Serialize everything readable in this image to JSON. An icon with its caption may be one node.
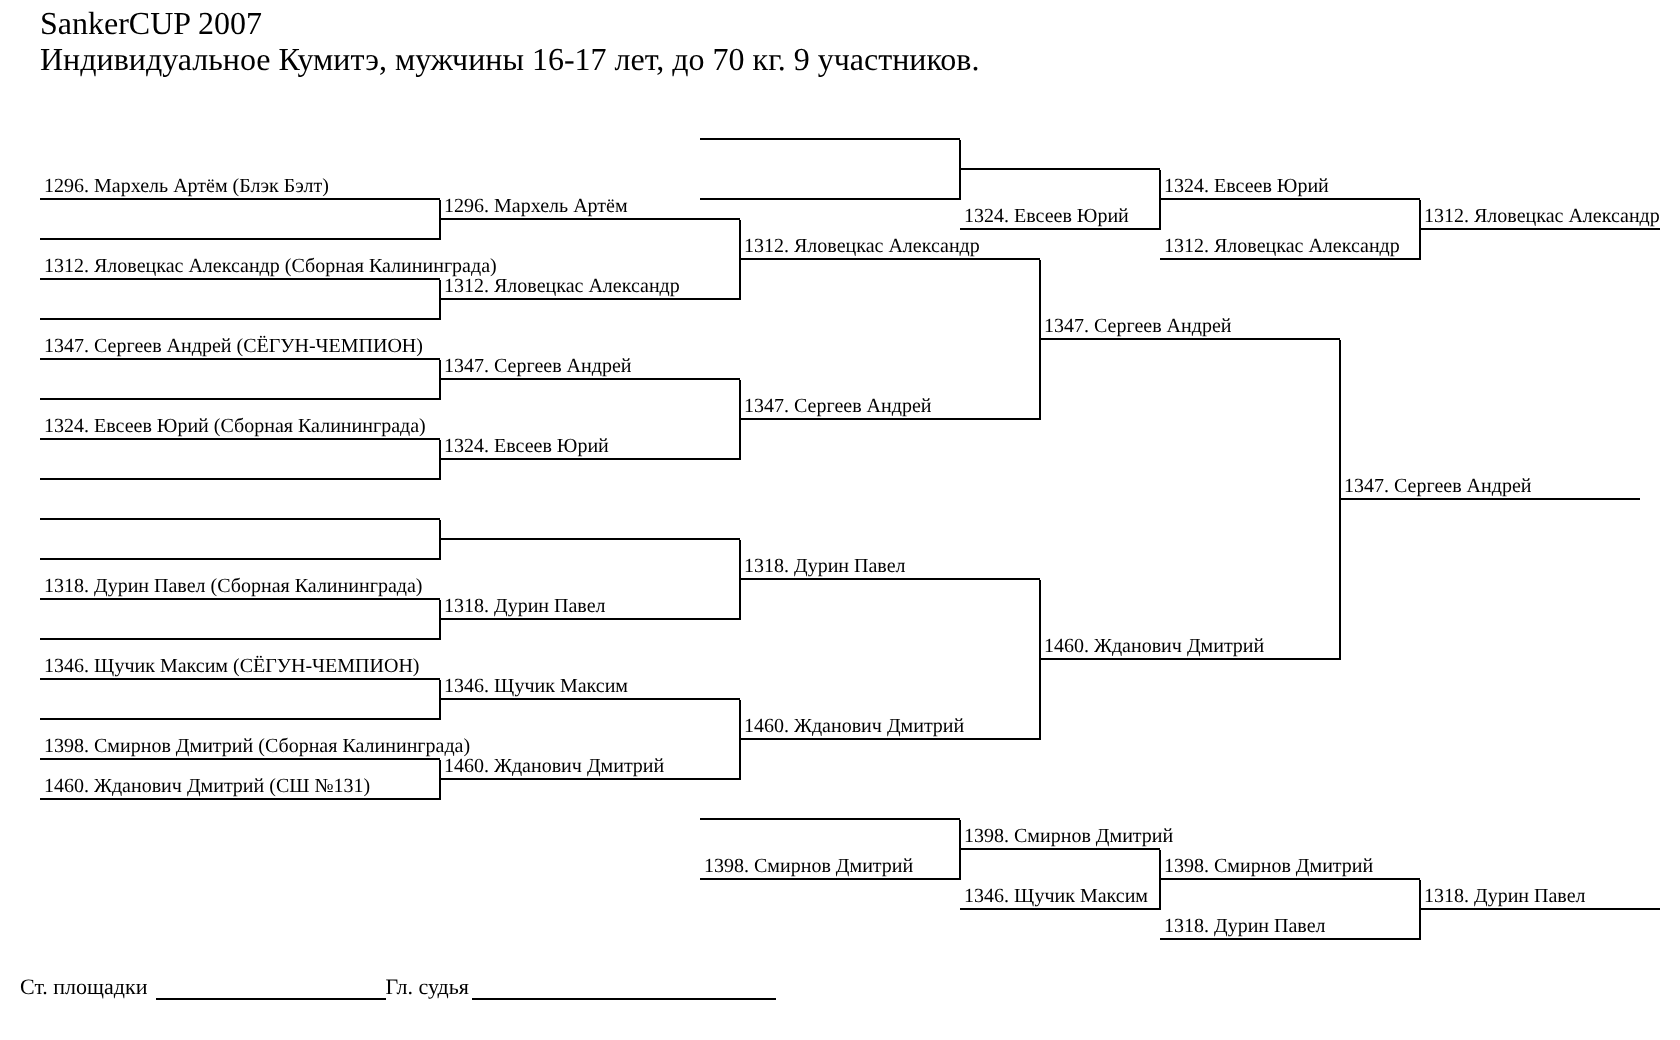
{
  "diagram": {
    "title": "SankerCUP 2007",
    "nodes": [
      {
        "text": [
          "1296. Мархель Артём (Блэк Бэлт)"
        ]
      },
      {
        "text": [],
        "shape": "bar"
      },
      {
        "text": [
          "1312. Яловецкас Александр (Сборная Калининграда)"
        ]
      },
      {
        "text": [],
        "shape": "bar"
      },
      {
        "text": [
          "1347. Сергеев Андрей (СЁГУН-ЧЕМПИОН)"
        ]
      },
      {
        "text": [],
        "shape": "bar"
      },
      {
        "text": [
          "1324. Евсеев Юрий (Сборная Калининграда)"
        ]
      },
      {
        "text": [],
        "shape": "bar"
      },
      {
        "text": [],
        "shape": "bar"
      },
      {
        "text": [],
        "shape": "bar"
      },
      {
        "text": [
          "1318. Дурин Павел (Сборная Калининграда)"
        ]
      },
      {
        "text": [],
        "shape": "bar"
      },
      {
        "text": [
          "1346. Щучик Максим (СЁГУН-ЧЕМПИОН)"
        ]
      },
      {
        "text": [],
        "shape": "bar"
      },
      {
        "text": [
          "1398. Смирнов Дмитрий (Сборная Калининграда)"
        ]
      },
      {
        "text": [
          "1460. Жданович Дмитрий (СШ №131)"
        ]
      },
      {
        "text": [
          "1296. Мархель Артём"
        ]
      },
      {
        "text": [
          "1312. Яловецкас Александр"
        ]
      },
      {
        "text": [
          "1347. Сергеев Андрей"
        ]
      },
      {
        "text": [
          "1324. Евсеев Юрий"
        ]
      },
      {
        "text": [],
        "shape": "bar"
      },
      {
        "text": [
          "1318. Дурин Павел"
        ]
      },
      {
        "text": [
          "1346. Щучик Максим"
        ]
      },
      {
        "text": [
          "1460. Жданович Дмитрий"
        ]
      },
      {
        "text": [
          "1312. Яловецкас Александр"
        ]
      },
      {
        "text": [
          "1347. Сергеев Андрей"
        ]
      },
      {
        "text": [
          "1318. Дурин Павел"
        ]
      },
      {
        "text": [
          "1460. Жданович Дмитрий"
        ]
      },
      {
        "text": [
          "1347. Сергеев Андрей"
        ]
      },
      {
        "text": [
          "1460. Жданович Дмитрий"
        ]
      },
      {
        "text": [
          "1347. Сергеев Андрей"
        ]
      },
      {
        "text": [],
        "shape": "bar"
      },
      {
        "text": [],
        "shape": "bar"
      },
      {
        "text": [],
        "shape": "bar"
      },
      {
        "text": [
          "1324. Евсеев Юрий"
        ]
      },
      {
        "text": [
          "1324. Евсеев Юрий"
        ]
      },
      {
        "text": [
          "1312. Яловецкас Александр"
        ]
      },
      {
        "text": [
          "1312. Яловецкас Александр"
        ]
      },
      {
        "text": [],
        "shape": "bar"
      },
      {
        "text": [
          "1398. Смирнов Дмитрий"
        ]
      },
      {
        "text": [
          "1398. Смирнов Дмитрий"
        ]
      },
      {
        "text": [
          "1346. Щучик Максим"
        ]
      },
      {
        "text": [
          "1398. Смирнов Дмитрий"
        ]
      },
      {
        "text": [
          "1318. Дурин Павел"
        ]
      },
      {
        "text": [
          "1318. Дурин Павел"
        ]
      }
    ],
    "edges": [
      {
        "from": 0,
        "to": 16,
        "arrow": "none"
      },
      {
        "from": 1,
        "to": 16,
        "arrow": "none"
      },
      {
        "from": 2,
        "to": 17,
        "arrow": "none"
      },
      {
        "from": 3,
        "to": 17,
        "arrow": "none"
      },
      {
        "from": 4,
        "to": 18,
        "arrow": "none"
      },
      {
        "from": 5,
        "to": 18,
        "arrow": "none"
      },
      {
        "from": 6,
        "to": 19,
        "arrow": "none"
      },
      {
        "from": 7,
        "to": 19,
        "arrow": "none"
      },
      {
        "from": 8,
        "to": 20,
        "arrow": "none"
      },
      {
        "from": 9,
        "to": 20,
        "arrow": "none"
      },
      {
        "from": 10,
        "to": 21,
        "arrow": "none"
      },
      {
        "from": 11,
        "to": 21,
        "arrow": "none"
      },
      {
        "from": 12,
        "to": 22,
        "arrow": "none"
      },
      {
        "from": 13,
        "to": 22,
        "arrow": "none"
      },
      {
        "from": 14,
        "to": 23,
        "arrow": "none"
      },
      {
        "from": 15,
        "to": 23,
        "arrow": "none"
      },
      {
        "from": 16,
        "to": 24,
        "arrow": "none"
      },
      {
        "from": 17,
        "to": 24,
        "arrow": "none"
      },
      {
        "from": 18,
        "to": 25,
        "arrow": "none"
      },
      {
        "from": 19,
        "to": 25,
        "arrow": "none"
      },
      {
        "from": 20,
        "to": 26,
        "arrow": "none"
      },
      {
        "from": 21,
        "to": 26,
        "arrow": "none"
      },
      {
        "from": 22,
        "to": 27,
        "arrow": "none"
      },
      {
        "from": 23,
        "to": 27,
        "arrow": "none"
      },
      {
        "from": 24,
        "to": 28,
        "arrow": "none"
      },
      {
        "from": 25,
        "to": 28,
        "arrow": "none"
      },
      {
        "from": 26,
        "to": 29,
        "arrow": "none"
      },
      {
        "from": 27,
        "to": 29,
        "arrow": "none"
      },
      {
        "from": 28,
        "to": 30,
        "arrow": "none"
      },
      {
        "from": 29,
        "to": 30,
        "arrow": "none"
      },
      {
        "from": 31,
        "to": 33,
        "arrow": "none"
      },
      {
        "from": 32,
        "to": 33,
        "arrow": "none"
      },
      {
        "from": 33,
        "to": 35,
        "arrow": "none"
      },
      {
        "from": 34,
        "to": 35,
        "arrow": "none"
      },
      {
        "from": 35,
        "to": 37,
        "arrow": "none"
      },
      {
        "from": 36,
        "to": 37,
        "arrow": "none"
      },
      {
        "from": 38,
        "to": 40,
        "arrow": "none"
      },
      {
        "from": 39,
        "to": 40,
        "arrow": "none"
      },
      {
        "from": 40,
        "to": 42,
        "arrow": "none"
      },
      {
        "from": 41,
        "to": 42,
        "arrow": "none"
      },
      {
        "from": 42,
        "to": 44,
        "arrow": "none"
      },
      {
        "from": 43,
        "to": 44,
        "arrow": "none"
      }
    ],
    "labels": [
      "Индивидуальное Кумитэ, мужчины 16-17 лет, до 70 кг. 9 участников.",
      "Ст. площадки",
      "Гл. судья"
    ]
  }
}
